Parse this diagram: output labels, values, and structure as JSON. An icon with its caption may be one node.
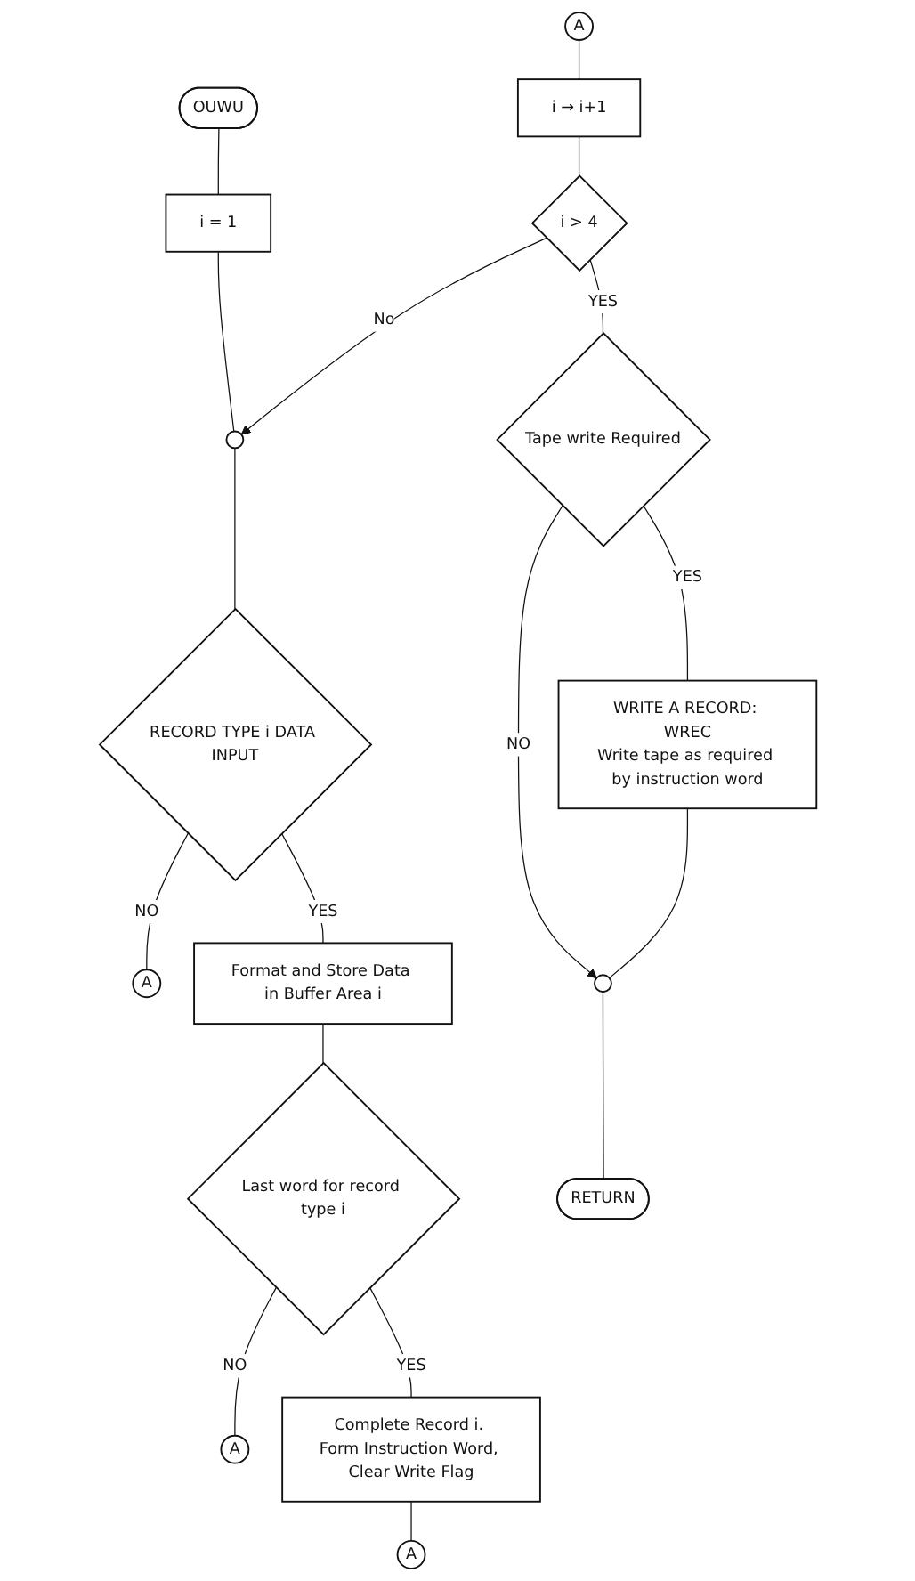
{
  "diagram": {
    "nodes": [
      {
        "text": [
          "OUWU"
        ]
      },
      {
        "text": [
          "i = 1"
        ]
      },
      {
        "text": [],
        "shape": "circle"
      },
      {
        "text": [
          "RECORD TYPE i DATA INPUT"
        ]
      },
      {
        "text": [
          "A"
        ]
      },
      {
        "text": [
          "Format and Store Data in Buffer Area i"
        ]
      },
      {
        "text": [
          "Last word for record type i"
        ]
      },
      {
        "text": [
          "A"
        ]
      },
      {
        "text": [
          "Complete Record i. Form Instruction Word, Clear Write Flag"
        ]
      },
      {
        "text": [
          "A"
        ]
      },
      {
        "text": [
          "A"
        ]
      },
      {
        "text": [
          "i → i+1"
        ]
      },
      {
        "text": [
          "i > 4"
        ]
      },
      {
        "text": [
          "Tape write Required"
        ]
      },
      {
        "text": [
          "WRITE A RECORD: WREC",
          "Write tape as required by instruction word"
        ]
      },
      {
        "text": [],
        "shape": "circle"
      },
      {
        "text": [
          "RETURN"
        ]
      }
    ],
    "edges": [
      {
        "from": 0,
        "to": 1,
        "arrow": "none"
      },
      {
        "from": 1,
        "to": 2,
        "arrow": "none"
      },
      {
        "from": 2,
        "to": 3,
        "arrow": "none"
      },
      {
        "from": 3,
        "to": 4,
        "arrow": "none",
        "label": "NO"
      },
      {
        "from": 3,
        "to": 5,
        "arrow": "none",
        "label": "YES"
      },
      {
        "from": 5,
        "to": 6,
        "arrow": "none"
      },
      {
        "from": 6,
        "to": 7,
        "arrow": "none",
        "label": "NO"
      },
      {
        "from": 6,
        "to": 8,
        "arrow": "none",
        "label": "YES"
      },
      {
        "from": 8,
        "to": 9,
        "arrow": "none"
      },
      {
        "from": 10,
        "to": 11,
        "arrow": "none"
      },
      {
        "from": 11,
        "to": 12,
        "arrow": "none"
      },
      {
        "from": 12,
        "to": 2,
        "arrow": "to",
        "label": "No"
      },
      {
        "from": 12,
        "to": 13,
        "arrow": "none",
        "label": "YES"
      },
      {
        "from": 13,
        "to": 15,
        "arrow": "to",
        "label": "NO"
      },
      {
        "from": 13,
        "to": 14,
        "arrow": "none",
        "label": "YES"
      },
      {
        "from": 14,
        "to": 15,
        "arrow": "none"
      },
      {
        "from": 15,
        "to": 16,
        "arrow": "none"
      }
    ]
  }
}
